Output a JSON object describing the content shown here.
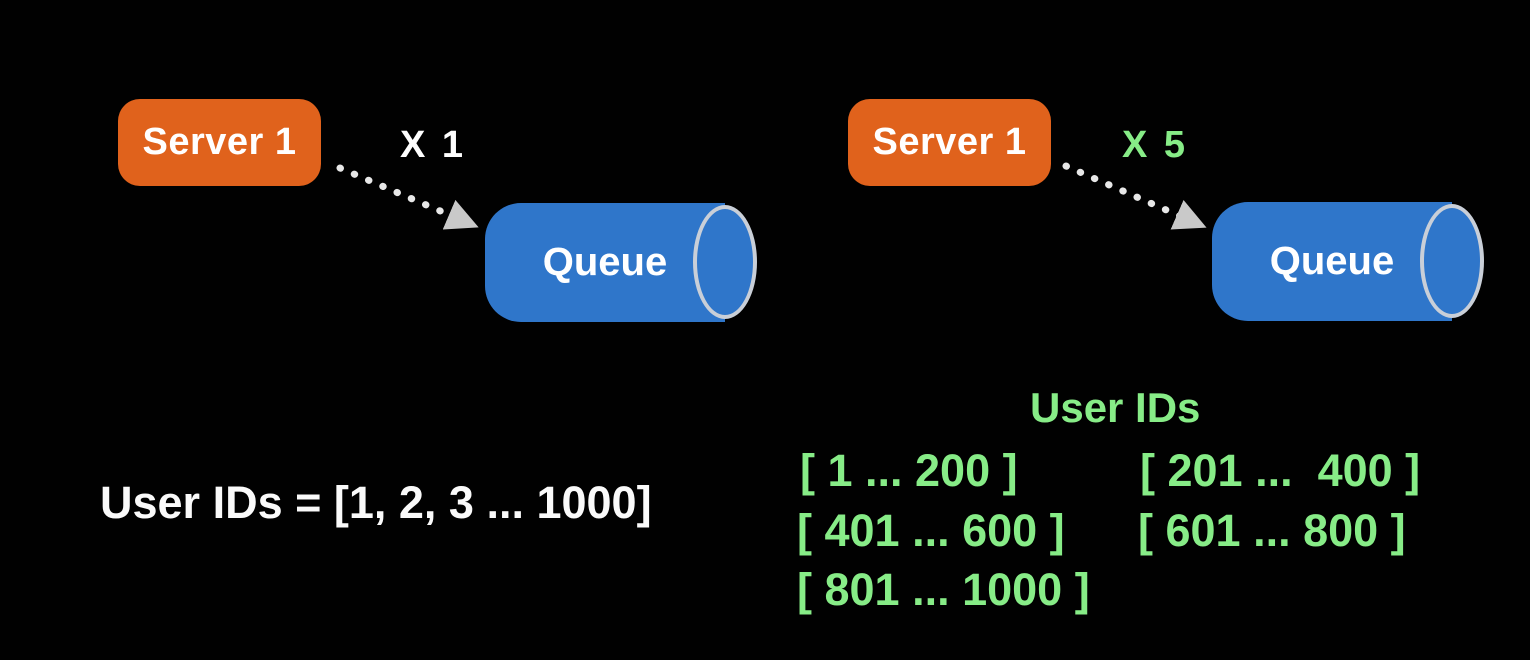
{
  "scene": {
    "left_flow": {
      "server_label": "Server 1",
      "multiplier_label": "X 1",
      "queue_label": "Queue",
      "user_ids_text": "User IDs = [1, 2, 3 ... 1000]"
    },
    "right_flow": {
      "server_label": "Server 1",
      "multiplier_label": "X 5",
      "queue_label": "Queue",
      "user_ids_title": "User IDs",
      "ranges": [
        "[ 1 ... 200 ]",
        "[ 201 ...  400 ]",
        "[ 401 ... 600 ]",
        "[ 601 ... 800 ]",
        "[ 801 ... 1000 ]"
      ]
    },
    "colors": {
      "background": "#010101",
      "server_fill": "#E0621C",
      "queue_fill": "#2F76CA",
      "queue_rim": "#C9CFD8",
      "highlight_green": "#87EC87",
      "text_white": "#FAFAFA",
      "arrow_dots": "#E8E8E8",
      "arrow_head": "#C9C9C9"
    }
  }
}
